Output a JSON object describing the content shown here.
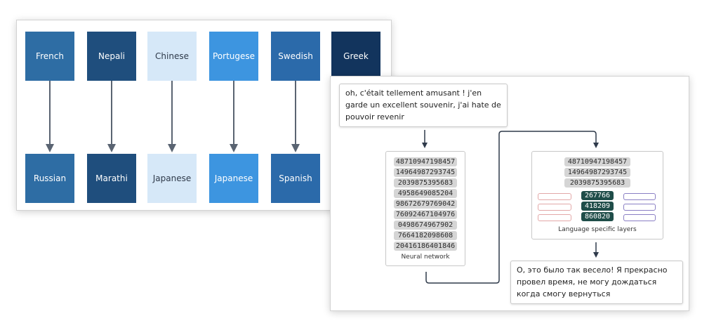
{
  "translation_pairs": [
    {
      "source": "French",
      "target": "Russian",
      "source_color": "#2e6da4",
      "target_color": "#2e6da4"
    },
    {
      "source": "Nepali",
      "target": "Marathi",
      "source_color": "#1f4e7d",
      "target_color": "#1f4e7d"
    },
    {
      "source": "Chinese",
      "target": "Japanese",
      "source_color": "#d6e8f8",
      "target_color": "#d6e8f8"
    },
    {
      "source": "Portugese",
      "target": "Japanese",
      "source_color": "#3d95e0",
      "target_color": "#3d95e0"
    },
    {
      "source": "Swedish",
      "target": "Spanish",
      "source_color": "#2b6aaa",
      "target_color": "#2b6aaa"
    },
    {
      "source": "Greek",
      "target": "",
      "source_color": "#12345d",
      "target_color": ""
    }
  ],
  "input_text": "oh, c'était tellement amusant ! j'en garde un excellent souvenir, j'ai hate de pouvoir revenir",
  "output_text": "О, это было так весело! Я прекрасно провел время, не могу дождаться когда смогу вернуться",
  "neural_network": {
    "tokens": [
      "48710947198457",
      "14964987293745",
      "2039875395683",
      "4958649085204",
      "98672679769042",
      "76092467104976",
      "0498674967902",
      "7664182098608",
      "20416186401846"
    ],
    "caption": "Neural network"
  },
  "language_layers": {
    "tokens": [
      "48710947198457",
      "14964987293745",
      "2039875395683"
    ],
    "highlighted": [
      "267766",
      "418209",
      "860820"
    ],
    "caption": "Language specific layers"
  },
  "colors": {
    "arrow": "#5a6472",
    "connector": "#2f3a4a",
    "pill": "#d5d5d5",
    "pill_dark": "#1f4d49"
  }
}
